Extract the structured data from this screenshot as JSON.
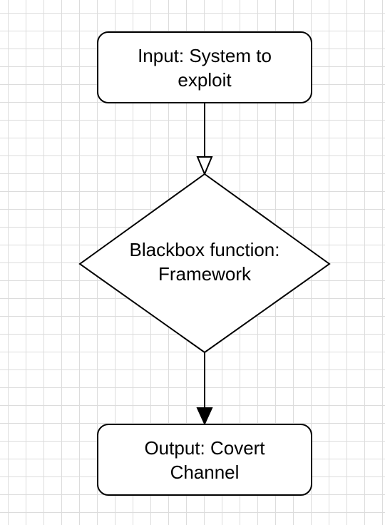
{
  "diagram": {
    "nodes": {
      "input": {
        "label": "Input: System to exploit",
        "shape": "rounded-rectangle"
      },
      "blackbox": {
        "label": "Blackbox function: Framework",
        "shape": "diamond"
      },
      "output": {
        "label": "Output: Covert Channel",
        "shape": "rounded-rectangle"
      }
    },
    "edges": [
      {
        "from": "input",
        "to": "blackbox",
        "arrowhead": "open-triangle"
      },
      {
        "from": "blackbox",
        "to": "output",
        "arrowhead": "filled-triangle"
      }
    ],
    "colors": {
      "stroke": "#000000",
      "fill": "#ffffff",
      "grid": "#dcdcdc",
      "background": "#ffffff"
    }
  }
}
